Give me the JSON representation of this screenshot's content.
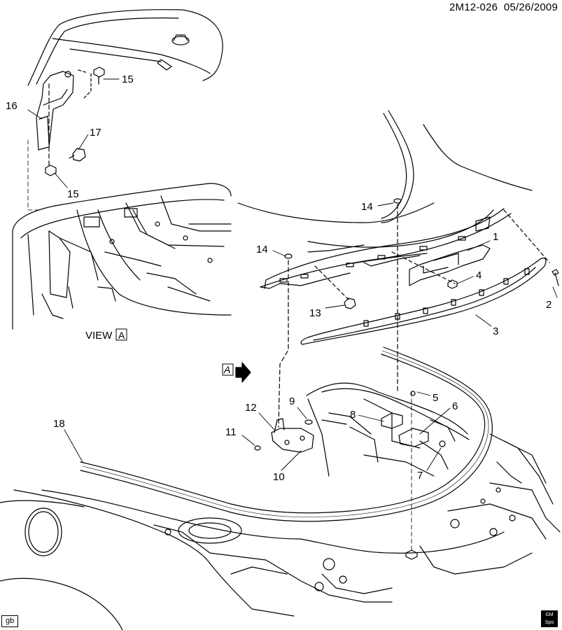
{
  "header": {
    "code": "2M12-026",
    "date": "05/26/2009"
  },
  "footer": {
    "tag": "gb",
    "logo_top": "GM",
    "logo_bottom": "Spo"
  },
  "view": {
    "label": "VIEW",
    "letter": "A",
    "arrow_letter": "A"
  },
  "callouts": {
    "c1": "1",
    "c2": "2",
    "c3": "3",
    "c4": "4",
    "c5": "5",
    "c6": "6",
    "c7": "7",
    "c8": "8",
    "c9": "9",
    "c10": "10",
    "c11": "11",
    "c12": "12",
    "c13": "13",
    "c14a": "14",
    "c14b": "14",
    "c15a": "15",
    "c15b": "15",
    "c16": "16",
    "c17": "17",
    "c18": "18"
  }
}
